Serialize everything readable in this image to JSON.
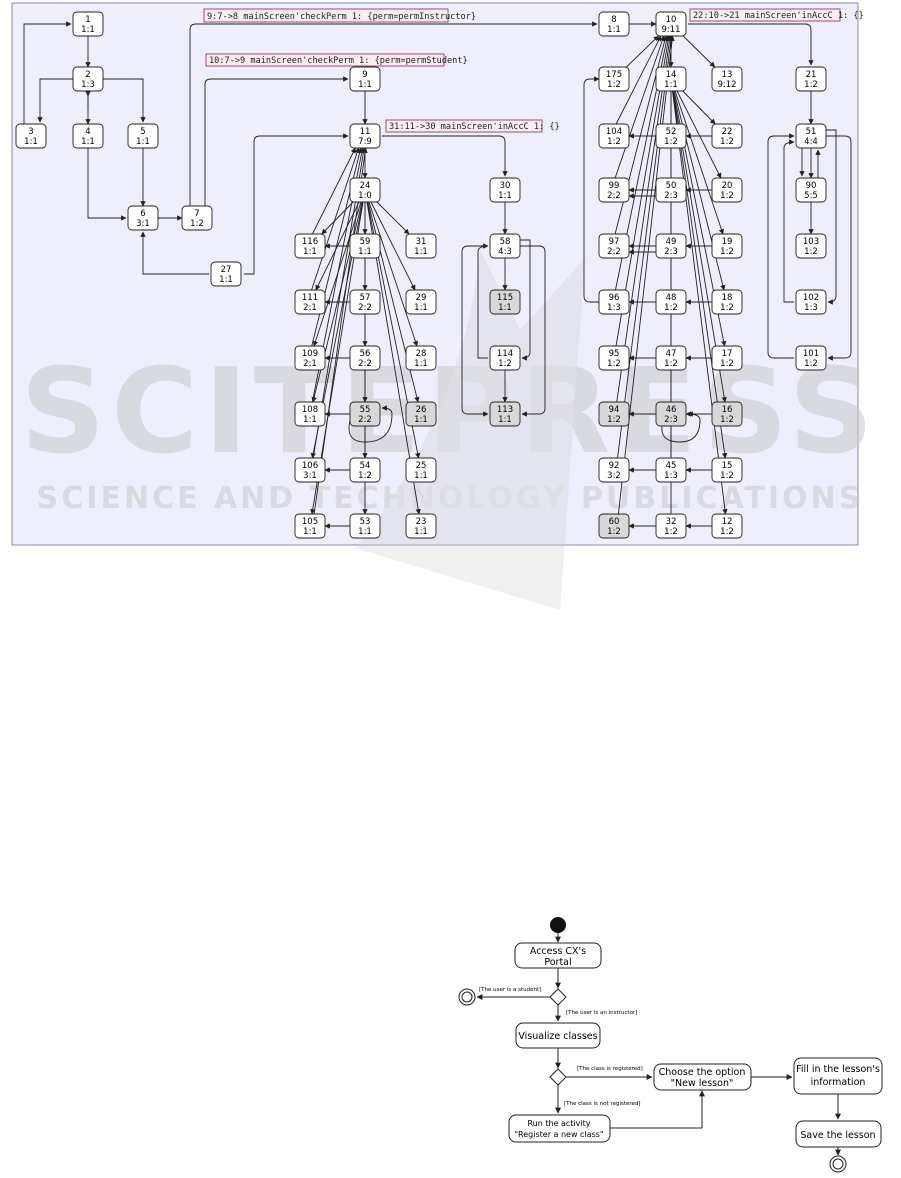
{
  "state_space": {
    "nodes": [
      {
        "id": "1",
        "label": "1:1"
      },
      {
        "id": "2",
        "label": "1:3"
      },
      {
        "id": "3",
        "label": "1:1"
      },
      {
        "id": "4",
        "label": "1:1"
      },
      {
        "id": "5",
        "label": "1:1"
      },
      {
        "id": "6",
        "label": "3:1"
      },
      {
        "id": "7",
        "label": "1:2"
      },
      {
        "id": "27",
        "label": "1:1"
      },
      {
        "id": "9",
        "label": "1:1"
      },
      {
        "id": "11",
        "label": "7:9"
      },
      {
        "id": "24",
        "label": "1:0"
      },
      {
        "id": "116",
        "label": "1:1"
      },
      {
        "id": "59",
        "label": "1:1"
      },
      {
        "id": "31",
        "label": "1:1"
      },
      {
        "id": "111",
        "label": "2:1"
      },
      {
        "id": "57",
        "label": "2:2"
      },
      {
        "id": "29",
        "label": "1:1"
      },
      {
        "id": "109",
        "label": "2:1"
      },
      {
        "id": "56",
        "label": "2:2"
      },
      {
        "id": "28",
        "label": "1:1"
      },
      {
        "id": "108",
        "label": "1:1"
      },
      {
        "id": "55",
        "label": "2:2",
        "gray": true
      },
      {
        "id": "26",
        "label": "1:1",
        "gray": true
      },
      {
        "id": "106",
        "label": "3:1"
      },
      {
        "id": "54",
        "label": "1:2"
      },
      {
        "id": "25",
        "label": "1:1"
      },
      {
        "id": "105",
        "label": "1:1"
      },
      {
        "id": "53",
        "label": "1:1"
      },
      {
        "id": "23",
        "label": "1:1"
      },
      {
        "id": "30",
        "label": "1:1"
      },
      {
        "id": "58",
        "label": "4:3"
      },
      {
        "id": "115",
        "label": "1:1",
        "gray": true
      },
      {
        "id": "114",
        "label": "1:2"
      },
      {
        "id": "113",
        "label": "1:1",
        "gray": true
      },
      {
        "id": "8",
        "label": "1:1"
      },
      {
        "id": "10",
        "label": "9:11"
      },
      {
        "id": "175",
        "label": "1:2"
      },
      {
        "id": "14",
        "label": "1:1"
      },
      {
        "id": "13",
        "label": "9:12"
      },
      {
        "id": "104",
        "label": "1:2"
      },
      {
        "id": "52",
        "label": "1:2"
      },
      {
        "id": "22",
        "label": "1:2"
      },
      {
        "id": "99",
        "label": "2:2"
      },
      {
        "id": "50",
        "label": "2:3"
      },
      {
        "id": "20",
        "label": "1:2"
      },
      {
        "id": "97",
        "label": "2:2"
      },
      {
        "id": "49",
        "label": "2:3"
      },
      {
        "id": "19",
        "label": "1:2"
      },
      {
        "id": "96",
        "label": "1:3"
      },
      {
        "id": "48",
        "label": "1:2"
      },
      {
        "id": "18",
        "label": "1:2"
      },
      {
        "id": "95",
        "label": "1:2"
      },
      {
        "id": "47",
        "label": "1:2"
      },
      {
        "id": "17",
        "label": "1:2"
      },
      {
        "id": "94",
        "label": "1:2",
        "gray": true
      },
      {
        "id": "46",
        "label": "2:3",
        "gray": true
      },
      {
        "id": "16",
        "label": "1:2",
        "gray": true
      },
      {
        "id": "92",
        "label": "3:2"
      },
      {
        "id": "45",
        "label": "1:3"
      },
      {
        "id": "15",
        "label": "1:2"
      },
      {
        "id": "60",
        "label": "1:2",
        "gray": true
      },
      {
        "id": "32",
        "label": "1:2"
      },
      {
        "id": "12",
        "label": "1:2"
      },
      {
        "id": "21",
        "label": "1:2"
      },
      {
        "id": "51",
        "label": "4:4"
      },
      {
        "id": "90",
        "label": "5:5"
      },
      {
        "id": "103",
        "label": "1:2"
      },
      {
        "id": "102",
        "label": "1:3"
      },
      {
        "id": "101",
        "label": "1:2"
      }
    ],
    "edge_labels": [
      "9:7->8 mainScreen'checkPerm 1: {perm=permInstructor}",
      "10:7->9 mainScreen'checkPerm 1: {perm=permStudent}",
      "31:11->30 mainScreen'inAccC 1: {}",
      "22:10->21 mainScreen'inAccC 1: {}"
    ]
  },
  "watermark": {
    "big": "SCITEPRESS",
    "small": "SCIENCE AND TECHNOLOGY PUBLICATIONS"
  },
  "activity": {
    "access_line1": "Access CX's",
    "access_line2": "Portal",
    "guard_student": "[The user is a student]",
    "guard_instructor": "[The user is an instructor]",
    "visualize": "Visualize classes",
    "guard_registered": "[The class is registered]",
    "guard_not_registered": "[The class is not registered]",
    "choose_line1": "Choose the option",
    "choose_line2": "\"New lesson\"",
    "run_line1": "Run the activity",
    "run_line2": "\"Register a new class\"",
    "fill_line1": "Fill in the lesson's",
    "fill_line2": "information",
    "save": "Save the lesson"
  }
}
